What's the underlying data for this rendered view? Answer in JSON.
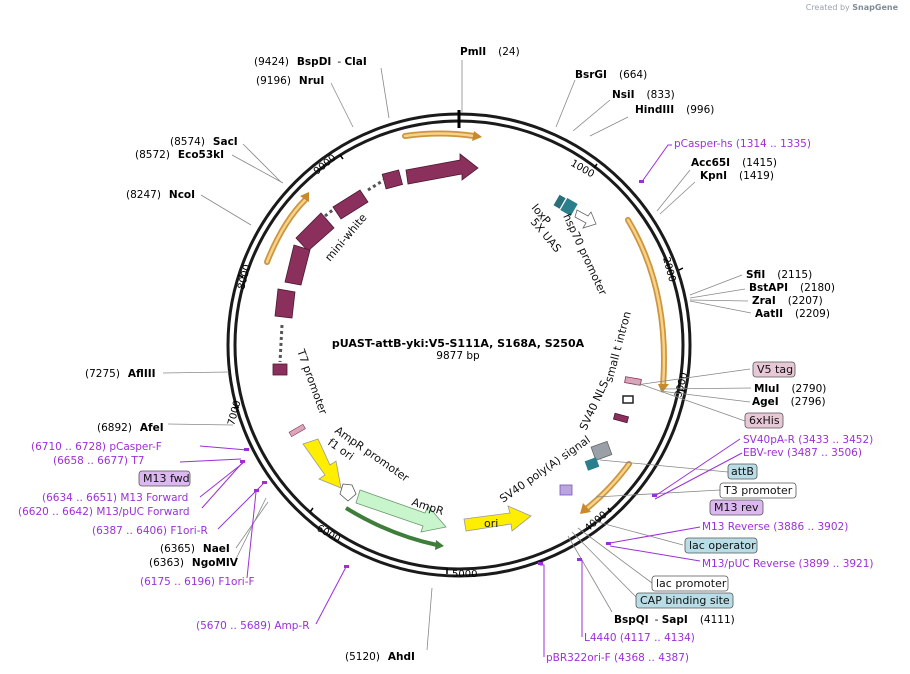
{
  "credit": {
    "prefix": "Created by",
    "brand": "SnapGene"
  },
  "plasmid": {
    "name": "pUAST-attB-yki:V5-S111A, S168A, S250A",
    "size": "9877 bp"
  },
  "ticks": [
    "1000",
    "2000",
    "3000",
    "4000",
    "5000",
    "6000",
    "7000",
    "8000",
    "9000"
  ],
  "features": {
    "mini_white": "mini-white",
    "loxp": "loxP",
    "uas": "5X UAS",
    "hsp70": "hsp70 promoter",
    "intron": "small t intron",
    "nls": "SV40 NLS",
    "polya": "SV40 poly(A) signal",
    "t7prom": "T7 promoter",
    "ampr_prom": "AmpR promoter",
    "f1ori": "f1 ori",
    "ampr": "AmpR",
    "ori": "ori"
  },
  "enzymes": {
    "pmli": {
      "name": "PmlI",
      "pos": "(24)"
    },
    "bsrgi": {
      "name": "BsrGI",
      "pos": "(664)"
    },
    "nsii": {
      "name": "NsiI",
      "pos": "(833)"
    },
    "hindiii": {
      "name": "HindIII",
      "pos": "(996)"
    },
    "acc65i": {
      "name": "Acc65I",
      "pos": "(1415)"
    },
    "kpni": {
      "name": "KpnI",
      "pos": "(1419)"
    },
    "sfii": {
      "name": "SfiI",
      "pos": "(2115)"
    },
    "bstapi": {
      "name": "BstAPI",
      "pos": "(2180)"
    },
    "zrai": {
      "name": "ZraI",
      "pos": "(2207)"
    },
    "aatii": {
      "name": "AatII",
      "pos": "(2209)"
    },
    "mlui": {
      "name": "MluI",
      "pos": "(2790)"
    },
    "agei": {
      "name": "AgeI",
      "pos": "(2796)"
    },
    "bspqi": {
      "name": "BspQI",
      "sep": "- ",
      "name2": "SapI",
      "pos": "(4111)"
    },
    "ahdi": {
      "pos": "(5120)",
      "name": "AhdI"
    },
    "naei": {
      "pos": "(6365)",
      "name": "NaeI"
    },
    "ngomiv": {
      "pos": "(6363)",
      "name": "NgoMIV"
    },
    "afei": {
      "pos": "(6892)",
      "name": "AfeI"
    },
    "aflIII": {
      "pos": "(7275)",
      "name": "AflIII"
    },
    "ncoi": {
      "pos": "(8247)",
      "name": "NcoI"
    },
    "saci": {
      "pos": "(8574)",
      "name": "SacI"
    },
    "eco53ki": {
      "pos": "(8572)",
      "name": "Eco53kI"
    },
    "nrui": {
      "pos": "(9196)",
      "name": "NruI"
    },
    "bspdi": {
      "pos": "(9424)",
      "name": "BspDI",
      "sep": "- ",
      "name2": "ClaI"
    }
  },
  "primers": {
    "pcasper_hs": "pCasper-hs   (1314 .. 1335)",
    "sv40pa_r": "SV40pA-R    (3433 .. 3452)",
    "ebv_rev": "EBV-rev    (3487 .. 3506)",
    "m13_reverse": "M13 Reverse    (3886 .. 3902)",
    "m13_puc_reverse": "M13/pUC Reverse    (3899 .. 3921)",
    "l4440": "L4440    (4117 .. 4134)",
    "pbr322ori_f": "pBR322ori-F    (4368 .. 4387)",
    "amp_r": "(5670 .. 5689)  Amp-R",
    "f1ori_f": "(6175 .. 6196)  F1ori-F",
    "f1ori_r": "(6387 .. 6406)  F1ori-R",
    "m13_puc_forward": "(6620 .. 6642)  M13/pUC Forward",
    "m13_forward": "(6634 .. 6651)  M13 Forward",
    "t7": "(6658 .. 6677)  T7",
    "pcasper_f": "(6710 .. 6728)  pCasper-F"
  },
  "boxes": {
    "v5tag": "V5 tag",
    "sixhis": "6xHis",
    "attb": "attB",
    "t3prom": "T3 promoter",
    "m13rev": "M13 rev",
    "lacop": "lac operator",
    "lacprom": "lac promoter",
    "cap": "CAP binding site",
    "m13fwd": "M13 fwd"
  },
  "colors": {
    "backbone": "#1a1a1a",
    "mini_white": "#8b2f5c",
    "ampr": "#c9f5cc",
    "ori": "#ffee00",
    "f1ori": "#ffffa8",
    "primer": "#9b30d9",
    "orf_arc": "#e8a33a",
    "teal": "#2a7f8c"
  }
}
